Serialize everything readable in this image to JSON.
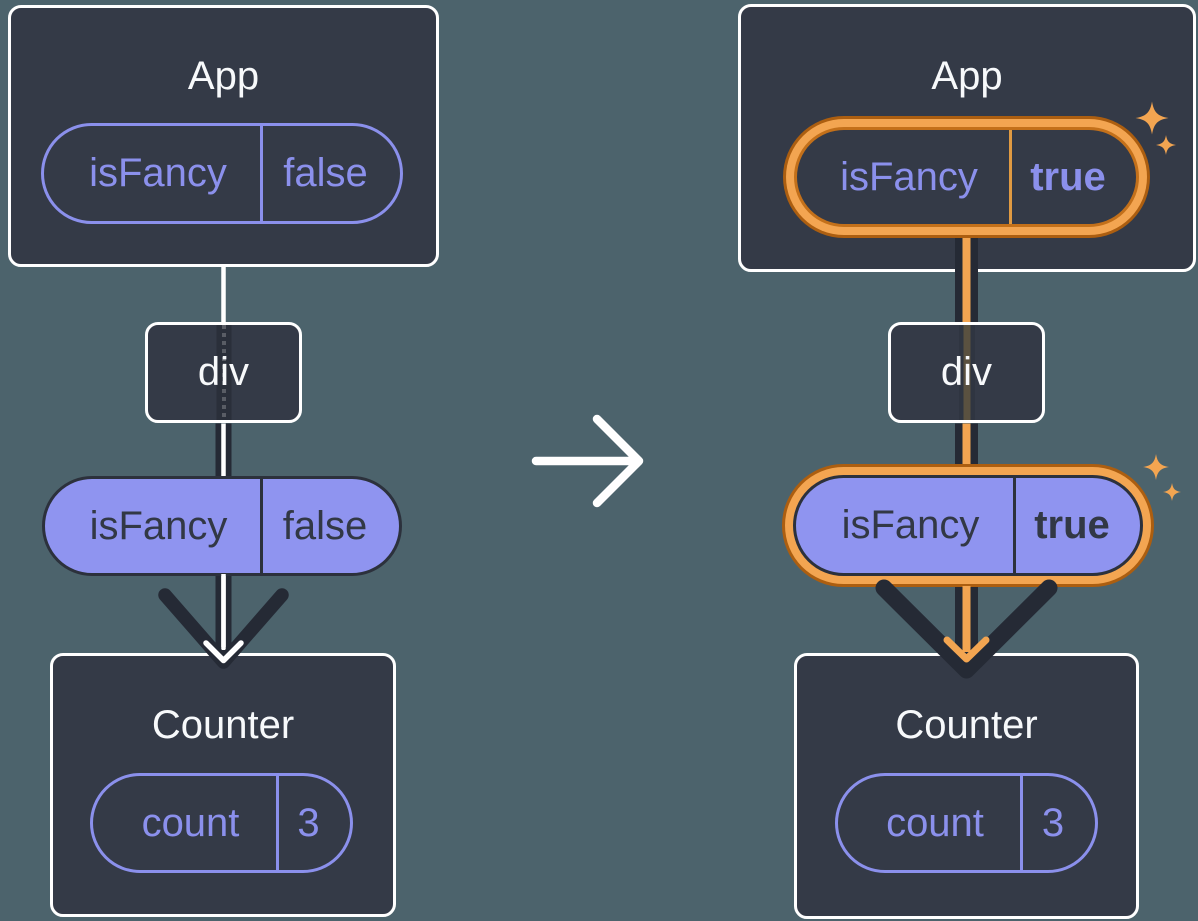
{
  "colors": {
    "background": "#4c636c",
    "panel_dark": "#343a47",
    "arrow_dark": "#252a35",
    "purple": "#8b90ec",
    "purple_fill": "#8f94f0",
    "orange": "#f3a551",
    "orange_dark": "#ac5e10",
    "white": "#ffffff"
  },
  "left_tree": {
    "app": {
      "title": "App",
      "pill": {
        "key": "isFancy",
        "value": "false"
      }
    },
    "div_node": {
      "label": "div"
    },
    "prop_pill": {
      "key": "isFancy",
      "value": "false"
    },
    "counter": {
      "title": "Counter",
      "pill": {
        "key": "count",
        "value": "3"
      }
    }
  },
  "right_tree": {
    "app": {
      "title": "App",
      "pill": {
        "key": "isFancy",
        "value": "true"
      }
    },
    "div_node": {
      "label": "div"
    },
    "prop_pill": {
      "key": "isFancy",
      "value": "true"
    },
    "counter": {
      "title": "Counter",
      "pill": {
        "key": "count",
        "value": "3"
      }
    }
  }
}
